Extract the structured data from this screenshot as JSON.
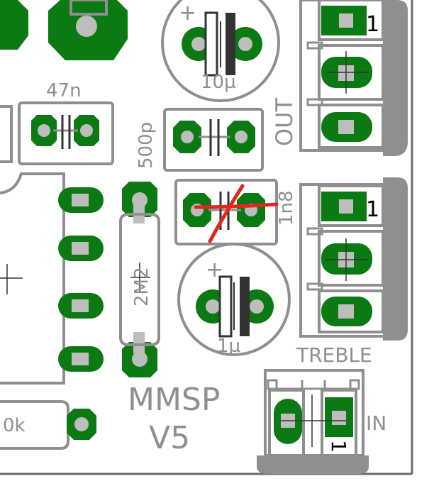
{
  "board": {
    "colors": {
      "background": "#ffffff",
      "silkscreen": "#8f8f8f",
      "copper_pad": "#0b7a12",
      "drill": "#bdbdbd",
      "markup": "#e0261f",
      "pin_marker": "#000000"
    }
  },
  "labels": {
    "cap_47n": "47n",
    "cap_500p": "500p",
    "cap_10u": "10µ",
    "cap_1n8": "1n8",
    "cap_1u": "1µ",
    "res_2m2": "2M2",
    "res_partial": "0k",
    "out_connector": "OUT",
    "treble_connector": "TREBLE",
    "in_connector": "IN",
    "board_name": "MMSP",
    "board_version": "V5",
    "pin1_out": "1",
    "pin1_treble": "1",
    "pin1_in": "1",
    "polarity_10u": "+",
    "polarity_1u": "+"
  },
  "annotations": {
    "crossed_out_component": "1n8",
    "markup_symbol": "red-x"
  }
}
